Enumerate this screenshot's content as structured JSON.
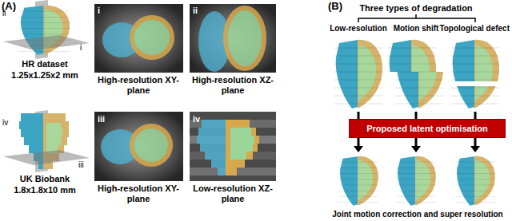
{
  "diagram": {
    "nodes": [
      {
        "text": [
          "Proposed latent optimisation"
        ]
      }
    ],
    "labels": [
      "(A)",
      "ii",
      "i",
      "HR dataset",
      "1.25x1.25x2 mm",
      "i",
      "High-resolution XY-plane",
      "ii",
      "High-resolution XZ-plane",
      "iv",
      "iii",
      "UK Biobank",
      "1.8x1.8x10 mm",
      "iii",
      "High-resolution XY-plane",
      "iv",
      "Low-resolution XZ-plane",
      "(B)",
      "Three types of degradation",
      "Low-resolution",
      "Motion shift",
      "Topological defect",
      "Joint motion correction and super resolution"
    ]
  }
}
